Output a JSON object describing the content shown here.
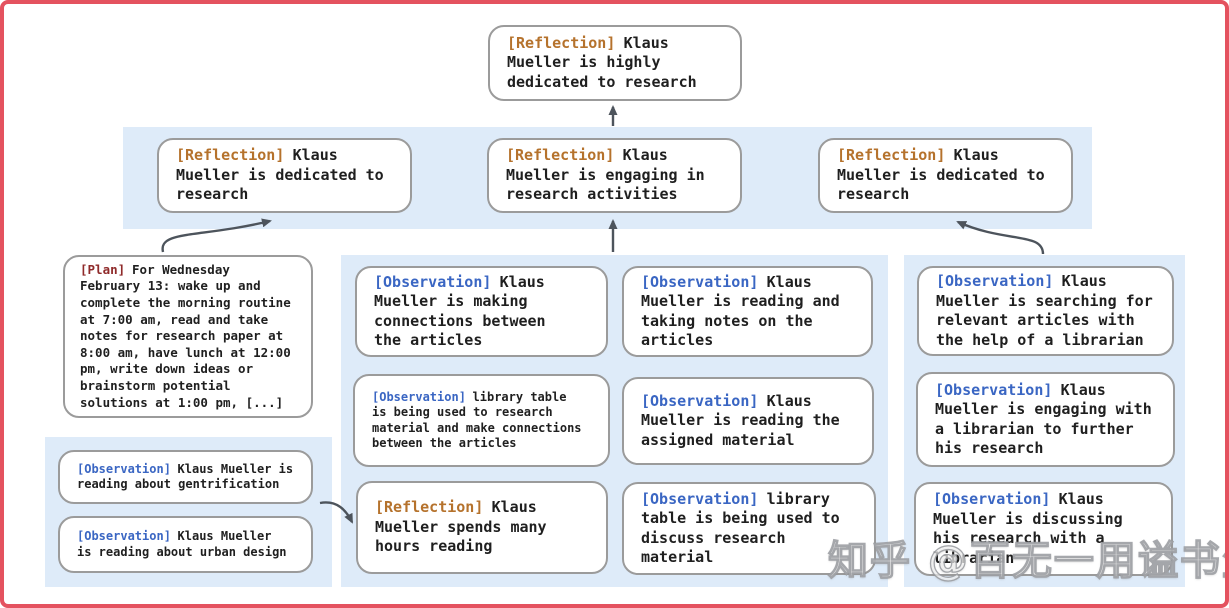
{
  "colors": {
    "frame_border": "#e4525f",
    "panel_blue": "#deebf9",
    "box_border": "#9b9b9b",
    "text": "#1f1f1f",
    "tag_reflection": "#b5722c",
    "tag_plan": "#8f2a2a",
    "tag_observation": "#3a66c3",
    "arrow": "#4d545c"
  },
  "watermark": "知乎 @百无一用谥书生",
  "nodes": {
    "top": {
      "tag": "[Reflection]",
      "text": "Klaus\nMueller is highly\ndedicated to research"
    },
    "r1": {
      "tag": "[Reflection]",
      "text": "Klaus\nMueller is dedicated to\nresearch"
    },
    "r2": {
      "tag": "[Reflection]",
      "text": "Klaus\nMueller is engaging in\nresearch activities"
    },
    "r3": {
      "tag": "[Reflection]",
      "text": "Klaus\nMueller is dedicated to\nresearch"
    },
    "plan": {
      "tag": "[Plan]",
      "text": "For Wednesday\nFebruary 13: wake up and\ncomplete the morning routine\nat 7:00 am, read and take\nnotes for research paper at\n8:00 am, have lunch at 12:00\npm, write down ideas or\nbrainstorm potential\nsolutions at 1:00 pm, [...]"
    },
    "l1": {
      "tag": "[Observation]",
      "text": "Klaus Mueller is\nreading about gentrification"
    },
    "l2": {
      "tag": "[Observation]",
      "text": "Klaus Mueller\nis reading about urban design"
    },
    "a1": {
      "tag": "[Observation]",
      "text": "Klaus\nMueller is making\nconnections between\nthe articles"
    },
    "a2": {
      "tag": "[Observation]",
      "text": "library table\nis being used to research\nmaterial and make connections\nbetween the articles"
    },
    "a3": {
      "tag": "[Reflection]",
      "text": "Klaus\nMueller spends many\nhours reading"
    },
    "b1": {
      "tag": "[Observation]",
      "text": "Klaus\nMueller is reading and\ntaking notes on the\narticles"
    },
    "b2": {
      "tag": "[Observation]",
      "text": "Klaus\nMueller is reading the\nassigned material"
    },
    "b3": {
      "tag": "[Observation]",
      "text": "library\ntable is being used to\ndiscuss research material"
    },
    "c1": {
      "tag": "[Observation]",
      "text": "Klaus\nMueller is searching for\nrelevant articles with\nthe help of a librarian"
    },
    "c2": {
      "tag": "[Observation]",
      "text": "Klaus\nMueller is engaging with\na librarian to further\nhis research"
    },
    "c3": {
      "tag": "[Observation]",
      "text": "Klaus\nMueller is discussing\nhis research with a\nlibrarian"
    }
  },
  "edges": [
    {
      "from": "reflections-row",
      "to": "reflection-top"
    },
    {
      "from": "plan",
      "to": "reflection-1"
    },
    {
      "from": "observations-middle",
      "to": "reflection-2"
    },
    {
      "from": "observations-right",
      "to": "reflection-3"
    },
    {
      "from": "observations-left",
      "to": "reflection-hours-reading"
    }
  ]
}
